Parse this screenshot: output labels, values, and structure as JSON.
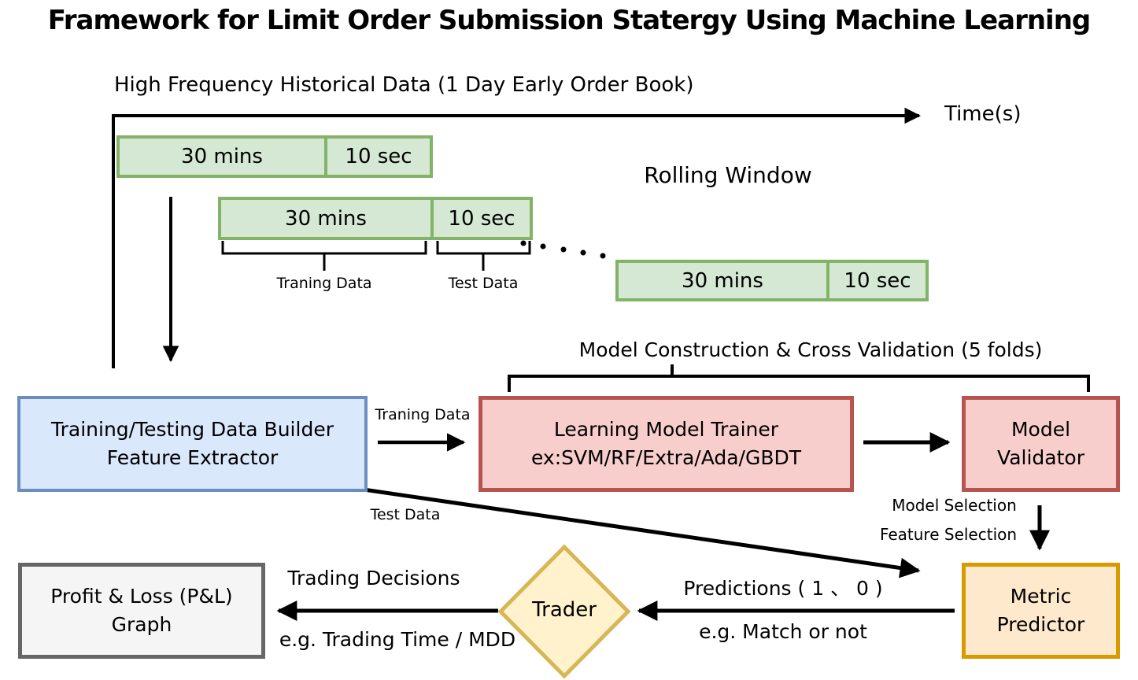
{
  "title": "Framework for Limit Order Submission Statergy Using Machine Learning",
  "timeline": {
    "header": "High Frequency Historical Data (1 Day Early Order Book)",
    "axis_label": "Time(s)",
    "rolling_window_label": "Rolling Window",
    "windows": [
      {
        "train": "30 mins",
        "test": "10 sec"
      },
      {
        "train": "30 mins",
        "test": "10 sec"
      },
      {
        "train": "30 mins",
        "test": "10 sec"
      }
    ],
    "training_brace_label": "Traning Data",
    "test_brace_label": "Test Data"
  },
  "cross_validation": {
    "label": "Model Construction & Cross Validation (5 folds)"
  },
  "nodes": {
    "data_builder": {
      "line1": "Training/Testing Data Builder",
      "line2": "Feature Extractor"
    },
    "model_trainer": {
      "line1": "Learning Model Trainer",
      "line2": "ex:SVM/RF/Extra/Ada/GBDT"
    },
    "model_validator": {
      "line1": "Model",
      "line2": "Validator"
    },
    "metric_predictor": {
      "line1": "Metric",
      "line2": "Predictor"
    },
    "trader": {
      "label": "Trader"
    },
    "pnl_graph": {
      "line1": "Profit & Loss (P&L)",
      "line2": "Graph"
    }
  },
  "edge_labels": {
    "training_data": "Traning Data",
    "test_data": "Test Data",
    "model_selection": "Model Selection",
    "feature_selection": "Feature Selection",
    "predictions": "Predictions ( 1 、 0 )",
    "match_example": "e.g. Match or not",
    "trading_decisions": "Trading Decisions",
    "trading_example": "e.g. Trading Time / MDD"
  },
  "colors": {
    "window_fill": "#d5e8d4",
    "window_border": "#82b366",
    "builder_fill": "#dae8fc",
    "builder_border": "#6c8ebf",
    "trainer_fill": "#f8cecc",
    "trainer_border": "#b85450",
    "metric_fill": "#ffe9cc",
    "metric_border": "#d79b00",
    "trader_fill": "#fff2cc",
    "trader_border": "#d6b656",
    "pnl_fill": "#f5f5f5",
    "pnl_border": "#666666",
    "line_color": "#000000"
  }
}
